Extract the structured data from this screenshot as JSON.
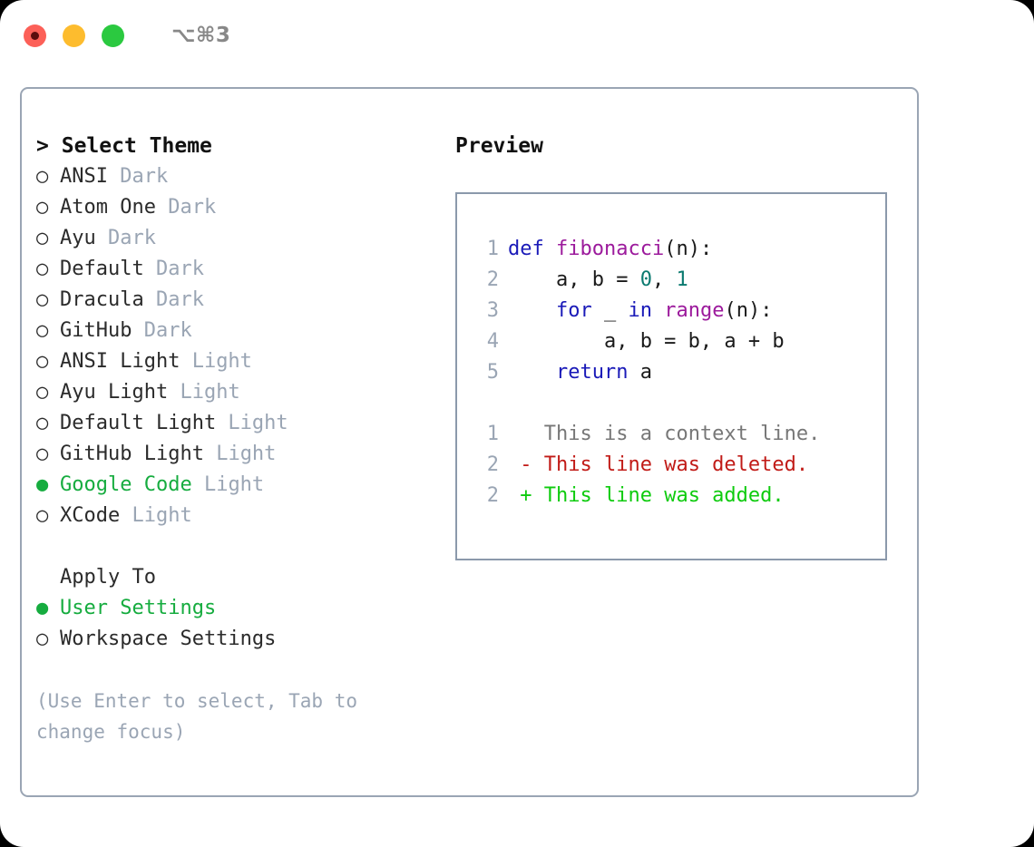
{
  "window": {
    "shortcut_label": "⌥⌘3",
    "traffic_lights": [
      "close",
      "minimize",
      "maximize"
    ]
  },
  "theme_picker": {
    "prompt": ">",
    "title": "Select Theme",
    "bullet_unselected": "○",
    "bullet_selected": "●",
    "items": [
      {
        "label": "ANSI",
        "suffix": "Dark",
        "selected": false
      },
      {
        "label": "Atom One",
        "suffix": "Dark",
        "selected": false
      },
      {
        "label": "Ayu",
        "suffix": "Dark",
        "selected": false
      },
      {
        "label": "Default",
        "suffix": "Dark",
        "selected": false
      },
      {
        "label": "Dracula",
        "suffix": "Dark",
        "selected": false
      },
      {
        "label": "GitHub",
        "suffix": "Dark",
        "selected": false
      },
      {
        "label": "ANSI Light",
        "suffix": "Light",
        "selected": false
      },
      {
        "label": "Ayu Light",
        "suffix": "Light",
        "selected": false
      },
      {
        "label": "Default Light",
        "suffix": "Light",
        "selected": false
      },
      {
        "label": "GitHub Light",
        "suffix": "Light",
        "selected": false
      },
      {
        "label": "Google Code",
        "suffix": "Light",
        "selected": true
      },
      {
        "label": "XCode",
        "suffix": "Light",
        "selected": false
      }
    ]
  },
  "apply_to": {
    "title": "Apply To",
    "items": [
      {
        "label": "User Settings",
        "selected": true
      },
      {
        "label": "Workspace Settings",
        "selected": false
      }
    ]
  },
  "hint": "(Use Enter to select, Tab to change focus)",
  "preview": {
    "title": "Preview",
    "code_lines": [
      {
        "no": "1",
        "tokens": [
          {
            "t": "def",
            "c": "kw"
          },
          {
            "t": " ",
            "c": "pl"
          },
          {
            "t": "fibonacci",
            "c": "fn"
          },
          {
            "t": "(n):",
            "c": "pl"
          }
        ]
      },
      {
        "no": "2",
        "tokens": [
          {
            "t": "    a, b = ",
            "c": "pl"
          },
          {
            "t": "0",
            "c": "num"
          },
          {
            "t": ", ",
            "c": "pl"
          },
          {
            "t": "1",
            "c": "num"
          }
        ]
      },
      {
        "no": "3",
        "tokens": [
          {
            "t": "    ",
            "c": "pl"
          },
          {
            "t": "for",
            "c": "kw"
          },
          {
            "t": " _ ",
            "c": "pl"
          },
          {
            "t": "in",
            "c": "kw"
          },
          {
            "t": " ",
            "c": "pl"
          },
          {
            "t": "range",
            "c": "fn"
          },
          {
            "t": "(n):",
            "c": "pl"
          }
        ]
      },
      {
        "no": "4",
        "tokens": [
          {
            "t": "        a, b = b, a + b",
            "c": "pl"
          }
        ]
      },
      {
        "no": "5",
        "tokens": [
          {
            "t": "    ",
            "c": "pl"
          },
          {
            "t": "return",
            "c": "kw"
          },
          {
            "t": " a",
            "c": "pl"
          }
        ]
      }
    ],
    "diff_lines": [
      {
        "no": "1",
        "marker": " ",
        "text": "This is a context line.",
        "kind": "ctx"
      },
      {
        "no": "2",
        "marker": "-",
        "text": "This line was deleted.",
        "kind": "del"
      },
      {
        "no": "2",
        "marker": "+",
        "text": "This line was added.",
        "kind": "add"
      }
    ]
  },
  "colors": {
    "accent_green": "#16ac3f",
    "muted": "#9aa5b4",
    "border": "#9aa5b4",
    "keyword": "#1a1ab8",
    "function": "#9c1a9c",
    "number": "#0b7a70",
    "diff_add": "#0ecb0e",
    "diff_del": "#c11b17",
    "diff_ctx": "#777777",
    "traffic_red": "#fc6058",
    "traffic_yellow": "#fdbc2e",
    "traffic_green": "#2bc940"
  }
}
